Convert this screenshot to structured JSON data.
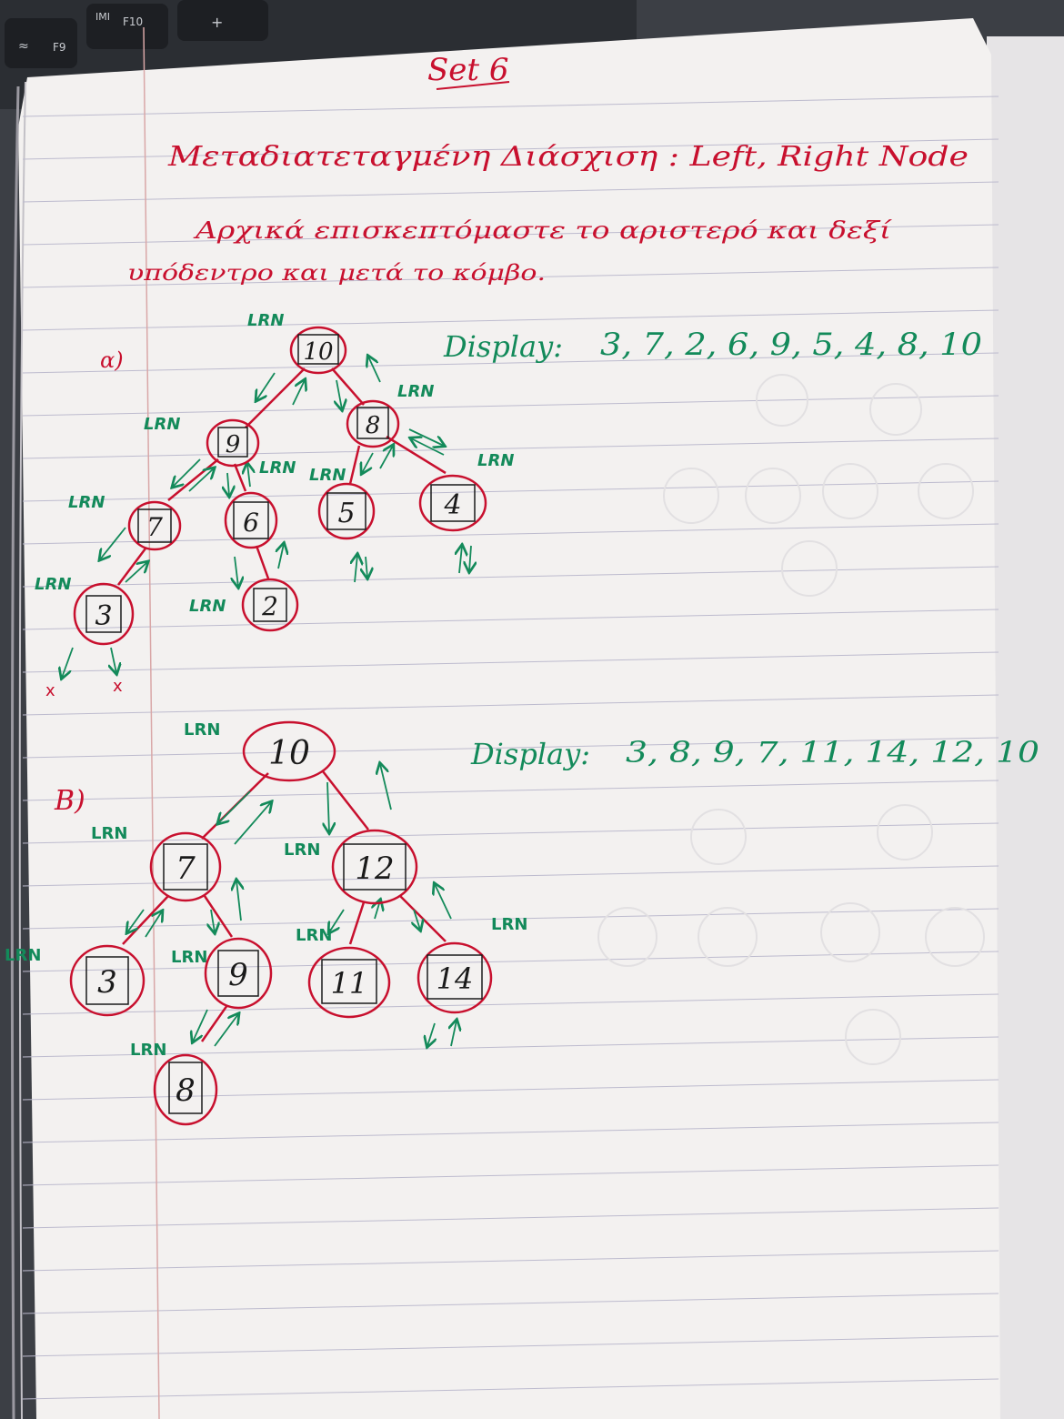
{
  "keyboard": {
    "f9": "F9",
    "f10": "F10",
    "key_glyph": "IMI",
    "plus": "+"
  },
  "colors": {
    "red_ink": "#c8102e",
    "green_ink": "#138a5a",
    "paper": "#f3f1f0",
    "rule_line": "#b7b5c9",
    "margin_line": "#d9a7a7"
  },
  "page": {
    "title": "Set 6",
    "heading": "Μεταδιατεταγμένη Διάσχιση : Left, Right Node",
    "intro_line1": "Αρχικά επισκεπτόμαστε το αριστερό και δεξί",
    "intro_line2": "υπόδεντρο και μετά το κόμβο."
  },
  "tree_a": {
    "label": "α)",
    "display_label": "Display:",
    "display_values": "3, 7, 2, 6, 9, 5, 4, 8, 10",
    "lrn": "LRN",
    "nodes": [
      {
        "id": "a10",
        "value": "10"
      },
      {
        "id": "a9",
        "value": "9"
      },
      {
        "id": "a8",
        "value": "8"
      },
      {
        "id": "a7",
        "value": "7"
      },
      {
        "id": "a6",
        "value": "6"
      },
      {
        "id": "a5",
        "value": "5"
      },
      {
        "id": "a4",
        "value": "4"
      },
      {
        "id": "a3",
        "value": "3"
      },
      {
        "id": "a2",
        "value": "2"
      }
    ],
    "null_marks": [
      "x",
      "x"
    ]
  },
  "tree_b": {
    "label": "B)",
    "display_label": "Display:",
    "display_values": "3, 8, 9, 7, 11, 14, 12, 10",
    "lrn": "LRN",
    "nodes": [
      {
        "id": "b10",
        "value": "10"
      },
      {
        "id": "b7",
        "value": "7"
      },
      {
        "id": "b12",
        "value": "12"
      },
      {
        "id": "b3",
        "value": "3"
      },
      {
        "id": "b9",
        "value": "9"
      },
      {
        "id": "b11",
        "value": "11"
      },
      {
        "id": "b14",
        "value": "14"
      },
      {
        "id": "b8",
        "value": "8"
      }
    ]
  }
}
